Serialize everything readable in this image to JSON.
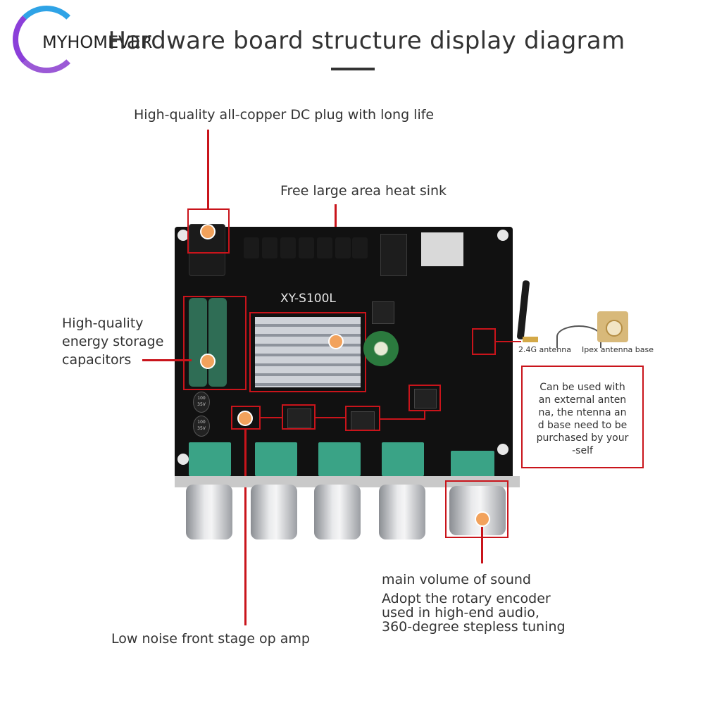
{
  "header": {
    "title": "Hardware board structure display diagram",
    "watermark": "MYHOMEVER"
  },
  "callouts": {
    "dc_plug": "High-quality all-copper DC plug with long life",
    "heat_sink": "Free large area heat sink",
    "capacitors_line1": "High-quality",
    "capacitors_line2": "energy storage",
    "capacitors_line3": "capacitors",
    "op_amp": "Low noise front stage op amp",
    "volume_line1": "main volume of sound",
    "volume_line2": "Adopt the rotary encoder",
    "volume_line3": "used in high-end audio,",
    "volume_line4": "360-degree stepless tuning",
    "antenna_label": "2.4G antenna",
    "ipex_label": "Ipex antenna base",
    "note_line1": "Can be used with",
    "note_line2": "an external anten",
    "note_line3": "na, the ntenna an",
    "note_line4": "d base need to be",
    "note_line5": "purchased by your",
    "note_line6": "-self"
  },
  "board": {
    "model": "XY-S100L",
    "cap_label_1": "100 35V",
    "cap_label_2": "100 35V"
  },
  "colors": {
    "accent_red": "#c9141b",
    "marker_orange": "#f2a25c",
    "board_black": "#111111"
  }
}
